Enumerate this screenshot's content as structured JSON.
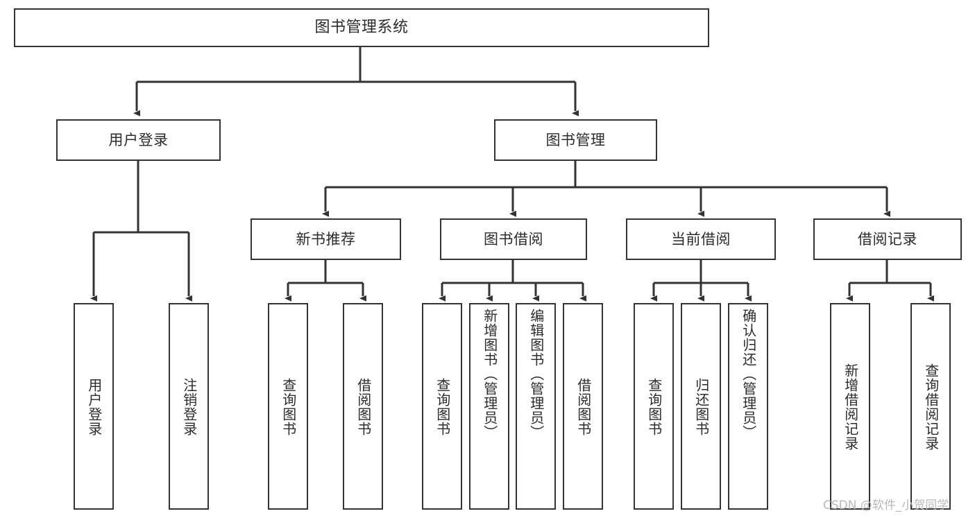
{
  "diagram": {
    "type": "hierarchy-tree",
    "title": "图书管理系统",
    "watermark": "CSDN @软件_小贺同学",
    "colors": {
      "box_border": "#333333",
      "box_fill": "#ffffff",
      "connector": "#333333",
      "text": "#2b2b2b",
      "watermark": "#b9b9b9",
      "background": "#ffffff"
    },
    "levels": 4,
    "nodes": {
      "root": {
        "label": "图书管理系统"
      },
      "level2": [
        {
          "label": "用户登录"
        },
        {
          "label": "图书管理"
        }
      ],
      "level3": [
        {
          "label": "新书推荐"
        },
        {
          "label": "图书借阅"
        },
        {
          "label": "当前借阅"
        },
        {
          "label": "借阅记录"
        }
      ],
      "leaves": {
        "user_login": [
          {
            "label": "用户登录"
          },
          {
            "label": "注销登录"
          }
        ],
        "new_book_recommend": [
          {
            "label": "查询图书"
          },
          {
            "label": "借阅图书"
          }
        ],
        "book_borrow": [
          {
            "label": "查询图书"
          },
          {
            "label": "新增图书（管理员）"
          },
          {
            "label": "编辑图书（管理员）"
          },
          {
            "label": "借阅图书"
          }
        ],
        "current_borrow": [
          {
            "label": "查询图书"
          },
          {
            "label": "归还图书"
          },
          {
            "label": "确认归还（管理员）"
          }
        ],
        "borrow_record": [
          {
            "label": "新增借阅记录"
          },
          {
            "label": "查询借阅记录"
          }
        ]
      }
    },
    "edges": [
      {
        "from": "图书管理系统",
        "to": "用户登录"
      },
      {
        "from": "图书管理系统",
        "to": "图书管理"
      },
      {
        "from": "用户登录",
        "to": "用户登录"
      },
      {
        "from": "用户登录",
        "to": "注销登录"
      },
      {
        "from": "图书管理",
        "to": "新书推荐"
      },
      {
        "from": "图书管理",
        "to": "图书借阅"
      },
      {
        "from": "图书管理",
        "to": "当前借阅"
      },
      {
        "from": "图书管理",
        "to": "借阅记录"
      },
      {
        "from": "新书推荐",
        "to": "查询图书"
      },
      {
        "from": "新书推荐",
        "to": "借阅图书"
      },
      {
        "from": "图书借阅",
        "to": "查询图书"
      },
      {
        "from": "图书借阅",
        "to": "新增图书（管理员）"
      },
      {
        "from": "图书借阅",
        "to": "编辑图书（管理员）"
      },
      {
        "from": "图书借阅",
        "to": "借阅图书"
      },
      {
        "from": "当前借阅",
        "to": "查询图书"
      },
      {
        "from": "当前借阅",
        "to": "归还图书"
      },
      {
        "from": "当前借阅",
        "to": "确认归还（管理员）"
      },
      {
        "from": "借阅记录",
        "to": "新增借阅记录"
      },
      {
        "from": "借阅记录",
        "to": "查询借阅记录"
      }
    ]
  }
}
